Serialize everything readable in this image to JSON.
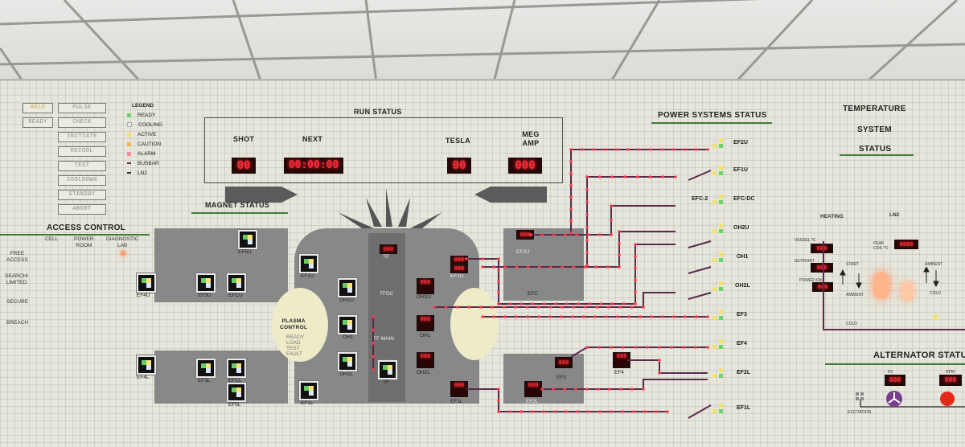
{
  "mode_buttons": [
    "HOLD",
    "PULSE",
    "READY",
    "CHECK",
    "INITIATE",
    "RECOOL",
    "TEST",
    "COOLDOWN",
    "STANDBY",
    "ABORT"
  ],
  "legend": {
    "title": "LEGEND",
    "items": [
      {
        "label": "READY",
        "color": "#6cd46c"
      },
      {
        "label": "COOLING",
        "color": "#e8e8e8"
      },
      {
        "label": "ACTIVE",
        "color": "#f2e36a"
      },
      {
        "label": "CAUTION",
        "color": "#f2b84a"
      },
      {
        "label": "ALARM",
        "color": "#ff8aa0"
      },
      {
        "label": "BUSBAR",
        "color": "#5a2a4a"
      },
      {
        "label": "LN2",
        "color": "#333333"
      }
    ]
  },
  "run_status": {
    "title": "RUN STATUS",
    "shot_label": "SHOT",
    "shot_value": "00",
    "next_label": "NEXT",
    "next_value": "00:00:00",
    "tesla_label": "TESLA",
    "tesla_value": "00",
    "megamp_label": "MEG\nAMP",
    "megamp_value": "000"
  },
  "magnet_status": {
    "title": "MAGNET STATUS"
  },
  "access_control": {
    "title": "ACCESS CONTROL",
    "columns": [
      "CELL",
      "POWER\nROOM",
      "DIAGNOSTIC\nLAB"
    ],
    "rows": [
      "FREE\nACCESS",
      "SEARCH/\nLIMITED",
      "SECURE",
      "BREACH"
    ]
  },
  "coils": {
    "ef5u": "EF5U",
    "ef4u": "EF4U",
    "ef3u": "EF3U",
    "efcu": "EFCU",
    "ef4l": "EF4L",
    "ef3l": "EF3L",
    "efcl": "EFCL",
    "ef5l": "EF5L",
    "ef1u": "EF1U",
    "oh2u": "OH2U",
    "oh1": "OH1",
    "oh2l": "OH2L",
    "ef1l": "EF1L",
    "tf": "TF",
    "tfdc": "TFDC",
    "tf_main": "TF MAIN",
    "r_ef1u": "EF1U",
    "r_oh2u": "OH2U",
    "r_oh1": "OH1",
    "r_oh2l": "OH2L",
    "r_ef1l": "EF1L",
    "ef2u": "EF2U",
    "efc": "EFC",
    "ef3": "EF3",
    "ef4": "EF4",
    "ef2l": "EF2L"
  },
  "plasma_control": {
    "title": "PLASMA\nCONTROL",
    "modes": "READY\nLOAD\nTEST\nFAULT"
  },
  "power_systems": {
    "title": "POWER SYSTEMS STATUS",
    "rows": [
      "EF2U",
      "EF1U",
      "EFC-DC",
      "OH2U",
      "OH1",
      "OH2L",
      "EF3",
      "EF4",
      "EF2L",
      "EF1L"
    ],
    "efc2": "EFC-2"
  },
  "temperature": {
    "title_line1": "TEMPERATURE",
    "title_line2": "SYSTEM",
    "title_line3": "STATUS",
    "heating": "HEATING",
    "ln2": "LN2",
    "vessel": "VESSEL °C",
    "setpoint": "SETPOINT",
    "power": "POWER KW",
    "peak": "PEAK\nCOIL °C",
    "start": "START",
    "ambient": "AMBIENT",
    "cold": "COLD"
  },
  "alternator": {
    "title": "ALTERNATOR STATU",
    "kv": "KV",
    "rpm": "RPM",
    "excitation": "EXCITATION"
  },
  "led_values": {
    "tf": "000",
    "ef1u": "000",
    "ef1u_b": "000",
    "oh2u": "000",
    "oh1": "000",
    "oh2l": "000",
    "ef1l": "000",
    "ef2u": "000",
    "ef3": "000",
    "ef4": "000",
    "ef2l": "000",
    "vessel": "000",
    "setpoint": "000",
    "power": "000",
    "peak": "0000",
    "kv": "000",
    "rpm": "000"
  }
}
